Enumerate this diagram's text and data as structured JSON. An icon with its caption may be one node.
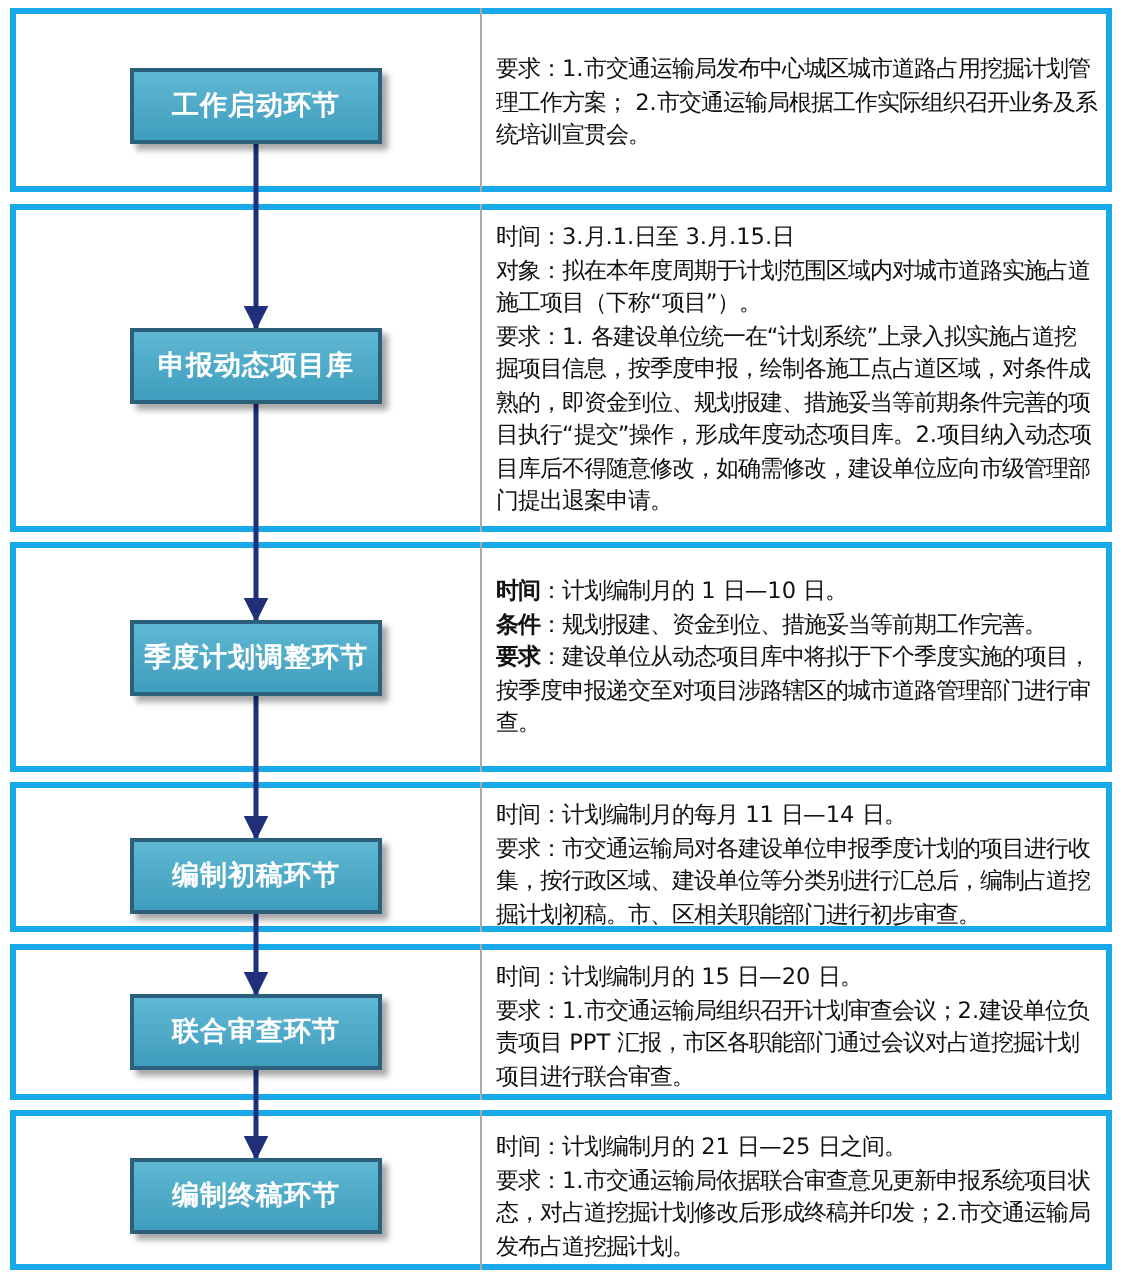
{
  "diagram": {
    "nodes": [
      {
        "text": [
          "要求：1.市交通运输局发布中心城区城市道路占用挖掘计划管理工作方案； 2.市交通运输局根据工作实际组织召开业务及系统培训宣贯会。"
        ]
      },
      {
        "text": [
          "工作启动环节"
        ],
        "in": 0
      },
      {
        "text": [
          "时间：3.月.1.日至 3.月.15.日",
          "对象：拟在本年度周期于计划范围区域内对城市道路实施占道施工项目（下称“项目”）。",
          "要求：1. 各建设单位统一在“计划系统”上录入拟实施占道挖掘项目信息，按季度申报，绘制各施工点占道区域，对条件成熟的，即资金到位、规划报建、措施妥当等前期条件完善的项目执行“提交”操作，形成年度动态项目库。2.项目纳入动态项目库后不得随意修改，如确需修改，建设单位应向市级管理部门提出退案申请。"
        ]
      },
      {
        "text": [
          "申报动态项目库"
        ],
        "in": 2
      },
      {
        "text": [
          "**时间**：计划编制月的 1 日—10 日。",
          "**条件**：规划报建、资金到位、措施妥当等前期工作完善。",
          "**要求**：建设单位从动态项目库中将拟于下个季度实施的项目，按季度申报递交至对项目涉路辖区的城市道路管理部门进行审查。"
        ]
      },
      {
        "text": [
          "季度计划调整环节"
        ],
        "in": 4
      },
      {
        "text": [
          "时间：计划编制月的每月 11 日—14 日。",
          "要求：市交通运输局对各建设单位申报季度计划的项目进行收集，按行政区域、建设单位等分类别进行汇总后，编制占道挖掘计划初稿。市、区相关职能部门进行初步审查。"
        ]
      },
      {
        "text": [
          "编制初稿环节"
        ],
        "in": 6
      },
      {
        "text": [
          "时间：计划编制月的 15 日—20 日。",
          "要求：1.市交通运输局组织召开计划审查会议；2.建设单位负责项目 PPT 汇报，市区各职能部门通过会议对占道挖掘计划项目进行联合审查。"
        ]
      },
      {
        "text": [
          "联合审查环节"
        ],
        "in": 8
      },
      {
        "text": [
          "时间：计划编制月的 21 日—25 日之间。",
          "要求：1.市交通运输局依据联合审查意见更新申报系统项目状态，对占道挖掘计划修改后形成终稿并印发；2.市交通运输局发布占道挖掘计划。"
        ]
      },
      {
        "text": [
          "编制终稿环节"
        ],
        "in": 10
      }
    ],
    "edges": [
      {
        "from": 1,
        "to": 3,
        "arrow": "to"
      },
      {
        "from": 3,
        "to": 5,
        "arrow": "to"
      },
      {
        "from": 5,
        "to": 7,
        "arrow": "to"
      },
      {
        "from": 7,
        "to": 9,
        "arrow": "to"
      },
      {
        "from": 9,
        "to": 11,
        "arrow": "to"
      }
    ]
  }
}
